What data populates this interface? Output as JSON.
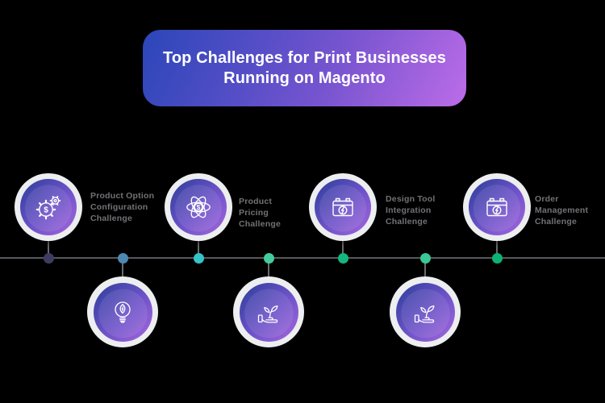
{
  "title": {
    "lines": [
      "Top Challenges for Print Businesses",
      "Running on Magento"
    ]
  },
  "colors": {
    "background": "#000000",
    "banner_gradient_start": "#2B46B9",
    "banner_gradient_end": "#BC6CE8",
    "title_text": "#FFFFFF",
    "circle_ring": "#EDEEF0",
    "circle_gradient_start": "#2B3E9B",
    "circle_gradient_end": "#A566DD",
    "timeline_line": "#57585C",
    "label_text": "#717275"
  },
  "timeline": {
    "top_items": [
      {
        "label": "Product Option Configuration Challenge",
        "icon": "gear-dollar-icon",
        "dot_color": "#3F3C63"
      },
      {
        "label": "Product Pricing Challenge",
        "icon": "atom-dollar-icon",
        "dot_color": "#35C3C9"
      },
      {
        "label": "Design Tool Integration Challenge",
        "icon": "battery-bolt-icon",
        "dot_color": "#14B67E"
      },
      {
        "label": "Order Management Challenge",
        "icon": "battery-bolt-icon",
        "dot_color": "#0CB374"
      }
    ],
    "bottom_items": [
      {
        "icon": "bulb-leaf-icon",
        "dot_color": "#4B89B3"
      },
      {
        "icon": "hand-plant-icon",
        "dot_color": "#44CC9E"
      },
      {
        "icon": "hand-plant-icon",
        "dot_color": "#3CC795"
      }
    ]
  }
}
